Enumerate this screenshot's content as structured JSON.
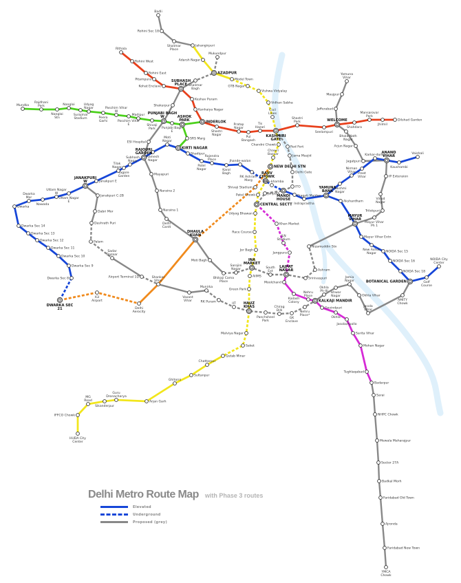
{
  "title": "Delhi Metro Route Map",
  "subtitle": "with Phase 3 routes",
  "legend": [
    {
      "label": "Elevated",
      "style": "solid",
      "color": "#1646d8"
    },
    {
      "label": "Underground",
      "style": "dashed",
      "color": "#1646d8"
    },
    {
      "label": "Proposed (grey)",
      "style": "solid",
      "color": "#888888"
    }
  ],
  "colors": {
    "river": "#dff0fb",
    "yellow": "#f2e61c",
    "red": "#e8401c",
    "green": "#4cd11c",
    "blue": "#1646d8",
    "magenta": "#d62ad6",
    "orange": "#f08a1c",
    "grey": "#888888"
  },
  "stations": [
    {
      "name": "Badli"
    },
    {
      "name": "Rohini Sec 18"
    },
    {
      "name": "Shalimar Place"
    },
    {
      "name": "Jahangirpuri"
    },
    {
      "name": "Adarsh Nagar"
    },
    {
      "name": "Mukundpur"
    },
    {
      "name": "Azadpur",
      "interchange": true
    },
    {
      "name": "Model Town"
    },
    {
      "name": "GTB Nagar"
    },
    {
      "name": "Vishwa Vidyalay"
    },
    {
      "name": "Vidhan Sabha"
    },
    {
      "name": "Civil Lines"
    },
    {
      "name": "Kashmiri Gate",
      "interchange": true
    },
    {
      "name": "Chandni Chowk"
    },
    {
      "name": "Red Fort"
    },
    {
      "name": "Jama Masjid"
    },
    {
      "name": "Chawri Bazaar"
    },
    {
      "name": "New Delhi Stn",
      "interchange": true
    },
    {
      "name": "Rajiv Chowk",
      "interchange": true
    },
    {
      "name": "Delhi Gate"
    },
    {
      "name": "ITO"
    },
    {
      "name": "Bara-khamba"
    },
    {
      "name": "Mandi House",
      "interchange": true
    },
    {
      "name": "Pragati Maidan"
    },
    {
      "name": "Indraprastha"
    },
    {
      "name": "Shivaji Stadium"
    },
    {
      "name": "Janpath"
    },
    {
      "name": "Patel Chowk"
    },
    {
      "name": "Central Sectt",
      "interchange": true
    },
    {
      "name": "Udyog Bhawan"
    },
    {
      "name": "Khan Market"
    },
    {
      "name": "Race Course"
    },
    {
      "name": "JLN Stadium"
    },
    {
      "name": "Jor Bagh"
    },
    {
      "name": "Jangpura"
    },
    {
      "name": "Nizamuddin Stn"
    },
    {
      "name": "INA Market",
      "interchange": true
    },
    {
      "name": "Sarojini Nagar"
    },
    {
      "name": "Bhikaji Cama Place"
    },
    {
      "name": "AIIMS"
    },
    {
      "name": "South Ext"
    },
    {
      "name": "Lajpat Nagar",
      "interchange": true
    },
    {
      "name": "Srinivaspuri"
    },
    {
      "name": "Ashram"
    },
    {
      "name": "Moolchand"
    },
    {
      "name": "Green Park"
    },
    {
      "name": "Kailash Colony"
    },
    {
      "name": "Nehru Place"
    },
    {
      "name": "Okhla Ph-III"
    },
    {
      "name": "Ishwar Nagar"
    },
    {
      "name": "Jamia Nagar"
    },
    {
      "name": "Okhla Vihar"
    },
    {
      "name": "Kalkaji Mandir",
      "interchange": true
    },
    {
      "name": "IIT"
    },
    {
      "name": "Hauz Khas",
      "interchange": true
    },
    {
      "name": "Panchsheel Park"
    },
    {
      "name": "Chirag Dilli"
    },
    {
      "name": "GK Enclave"
    },
    {
      "name": "Nehru Place*"
    },
    {
      "name": "Govindpuri"
    },
    {
      "name": "Okhla"
    },
    {
      "name": "Jasola/Apollo"
    },
    {
      "name": "Jasola Vihar"
    },
    {
      "name": "Sarita Vihar"
    },
    {
      "name": "Mohan Nagar"
    },
    {
      "name": "Tughlaqabad"
    },
    {
      "name": "Badarpur"
    },
    {
      "name": "Sarai"
    },
    {
      "name": "NHPC Chowk"
    },
    {
      "name": "Mewala Maharajpur"
    },
    {
      "name": "Sector 27A"
    },
    {
      "name": "Badkal Morh"
    },
    {
      "name": "Faridabad Old Town"
    },
    {
      "name": "Ajronda"
    },
    {
      "name": "Faridabad New Town"
    },
    {
      "name": "YMCA Chowk"
    },
    {
      "name": "Malviya Nagar"
    },
    {
      "name": "Saket"
    },
    {
      "name": "Qutab Minar"
    },
    {
      "name": "Chattarpur"
    },
    {
      "name": "Sultanpur"
    },
    {
      "name": "Ghitorni"
    },
    {
      "name": "Arjan Garh"
    },
    {
      "name": "Guru Dronacharya"
    },
    {
      "name": "Sikanderpur"
    },
    {
      "name": "MG Road"
    },
    {
      "name": "IFFCO Chowk"
    },
    {
      "name": "HUDA City Center"
    },
    {
      "name": "Rithala"
    },
    {
      "name": "Rohini West"
    },
    {
      "name": "Rohini East"
    },
    {
      "name": "Pitampura"
    },
    {
      "name": "Kohat Enclave"
    },
    {
      "name": "Subhash Place",
      "interchange": true
    },
    {
      "name": "Shalimar Bagh"
    },
    {
      "name": "Keshav Puram"
    },
    {
      "name": "Kanhaiya Nagar"
    },
    {
      "name": "Inderlok",
      "interchange": true
    },
    {
      "name": "Shastri Nagar"
    },
    {
      "name": "Pratap Nagar"
    },
    {
      "name": "Pul Bangash"
    },
    {
      "name": "Tis Hazari"
    },
    {
      "name": "Shastri Park"
    },
    {
      "name": "Seelampuri"
    },
    {
      "name": "Welcome",
      "interchange": true
    },
    {
      "name": "Shahdara"
    },
    {
      "name": "Mansarovar Park"
    },
    {
      "name": "Jhilmil"
    },
    {
      "name": "Dilshad Garden"
    },
    {
      "name": "Yamuna Vihar"
    },
    {
      "name": "Maujpur"
    },
    {
      "name": "Jafferabad"
    },
    {
      "name": "Bhola Nath Nagar"
    },
    {
      "name": "Arjun Nagar"
    },
    {
      "name": "Jagatpuri"
    },
    {
      "name": "Karkar-duma"
    },
    {
      "name": "Anand Vihar",
      "interchange": true
    },
    {
      "name": "Kaushambi"
    },
    {
      "name": "Vaishali"
    },
    {
      "name": "IP Extension"
    },
    {
      "name": "Vinod Nagar"
    },
    {
      "name": "Trilokpuri"
    },
    {
      "name": "Mayur Vihar Ph 1"
    },
    {
      "name": "Mayur Vihar",
      "interchange": true
    },
    {
      "name": "Mayur Vihar Extn"
    },
    {
      "name": "Akshardham"
    },
    {
      "name": "Yamuna Bank",
      "interchange": true
    },
    {
      "name": "Lakshmi Nagar"
    },
    {
      "name": "Nirman Vihar"
    },
    {
      "name": "Preet Vihar"
    },
    {
      "name": "New Ashok Nagar"
    },
    {
      "name": "NOIDA Sec 15"
    },
    {
      "name": "NOIDA Sec 16"
    },
    {
      "name": "NOIDA Sec 18"
    },
    {
      "name": "Botanical Garden",
      "interchange": true
    },
    {
      "name": "Golf Course"
    },
    {
      "name": "NOIDA City Center"
    },
    {
      "name": "AMITY Chowk"
    },
    {
      "name": "Mundka"
    },
    {
      "name": "Rajdhani Park"
    },
    {
      "name": "Nangloi Stn"
    },
    {
      "name": "Nangloi"
    },
    {
      "name": "Surajmal Stadium"
    },
    {
      "name": "Udyog Nagar"
    },
    {
      "name": "Peera Garhi"
    },
    {
      "name": "Paschim Vihar W"
    },
    {
      "name": "Paschim Vihar E"
    },
    {
      "name": "Madipur"
    },
    {
      "name": "Shivaji Park"
    },
    {
      "name": "Punjabi Bagh W",
      "interchange": true
    },
    {
      "name": "Punjabi Bagh E"
    },
    {
      "name": "Ashok Park",
      "interchange": true
    },
    {
      "name": "SRS Marg"
    },
    {
      "name": "Kirti Nagar",
      "interchange": true
    },
    {
      "name": "Shakurpur"
    },
    {
      "name": "Moti Nagar"
    },
    {
      "name": "Shadipur"
    },
    {
      "name": "Patel Nagar"
    },
    {
      "name": "Rajendra Place"
    },
    {
      "name": "Karol Bagh"
    },
    {
      "name": "Jhande-walan"
    },
    {
      "name": "RK Ashram Marg"
    },
    {
      "name": "Ramesh Nagar"
    },
    {
      "name": "Rajouri Garden",
      "interchange": true
    },
    {
      "name": "ESI Hospital"
    },
    {
      "name": "Tagore Garden"
    },
    {
      "name": "Subhash Nagar"
    },
    {
      "name": "Tilak Nagar"
    },
    {
      "name": "Janakpuri E"
    },
    {
      "name": "Janakpuri W",
      "interchange": true
    },
    {
      "name": "Uttam Nagar E"
    },
    {
      "name": "Uttam Nagar W"
    },
    {
      "name": "Nawada"
    },
    {
      "name": "Dwarka Mor"
    },
    {
      "name": "Dwarka"
    },
    {
      "name": "Dwarka Sec 14"
    },
    {
      "name": "Dwarka Sec 13"
    },
    {
      "name": "Dwarka Sec 12"
    },
    {
      "name": "Dwarka Sec 11"
    },
    {
      "name": "Dwarka Sec 10"
    },
    {
      "name": "Dwarka Sec 9"
    },
    {
      "name": "Dwarka Sec 8"
    },
    {
      "name": "Dwarka Sec 21",
      "interchange": true
    },
    {
      "name": "Janakpuri C-2B"
    },
    {
      "name": "Dabri Mor"
    },
    {
      "name": "Dashrath Puri"
    },
    {
      "name": "Palam"
    },
    {
      "name": "Sadar Bazaar"
    },
    {
      "name": "Airport Terminal 1D"
    },
    {
      "name": "Shankar Vihar"
    },
    {
      "name": "Vasant Vihar"
    },
    {
      "name": "Munirka"
    },
    {
      "name": "RK Puram"
    },
    {
      "name": "IGI Airport"
    },
    {
      "name": "Delhi Aerocity"
    },
    {
      "name": "Mayapuri"
    },
    {
      "name": "Naraina 2"
    },
    {
      "name": "Naraina 1"
    },
    {
      "name": "Delhi Cantt"
    },
    {
      "name": "Dhaula Kuan",
      "interchange": true
    },
    {
      "name": "Moti Bagh"
    }
  ],
  "segments": [
    {
      "color": "grey",
      "dashed": false,
      "stops": [
        "Badli",
        "Rohini Sec 18",
        "Shalimar Place",
        "Jahangirpuri"
      ]
    },
    {
      "color": "grey",
      "dashed": true,
      "stops": [
        "Mukundpur",
        "Azadpur",
        "Shalimar Bagh"
      ]
    },
    {
      "color": "grey",
      "dashed": false,
      "stops": [
        "Shalimar Bagh",
        "Subhash Place",
        "Shakurpur",
        "Punjabi Bagh W",
        "ESI Hospital",
        "Rajouri Garden",
        "Mayapuri",
        "Naraina 2",
        "Naraina 1",
        "Delhi Cantt",
        "Dhaula Kuan",
        "Moti Bagh",
        "Bhikaji Cama Place"
      ]
    },
    {
      "color": "grey",
      "dashed": true,
      "stops": [
        "Bhikaji Cama Place",
        "Sarojini Nagar",
        "INA Market",
        "South Ext",
        "Lajpat Nagar",
        "Srinivaspuri",
        "Ashram",
        "Nizamuddin Stn"
      ]
    },
    {
      "color": "grey",
      "dashed": false,
      "stops": [
        "Nizamuddin Stn",
        "Mayur Vihar",
        "Mayur Vihar Ph 1",
        "Trilokpuri",
        "Vinod Nagar",
        "IP Extension",
        "Anand Vihar",
        "Jagatpuri",
        "Arjun Nagar",
        "Bhola Nath Nagar",
        "Welcome",
        "Jafferabad",
        "Maujpur",
        "Yamuna Vihar"
      ]
    },
    {
      "color": "grey",
      "dashed": false,
      "stops": [
        "Janakpuri W",
        "Janakpuri C-2B",
        "Dabri Mor",
        "Dashrath Puri"
      ]
    },
    {
      "color": "grey",
      "dashed": true,
      "stops": [
        "Dashrath Puri",
        "Palam",
        "Sadar Bazaar"
      ]
    },
    {
      "color": "grey",
      "dashed": false,
      "stops": [
        "Sadar Bazaar",
        "Airport Terminal 1D"
      ]
    },
    {
      "color": "grey",
      "dashed": true,
      "stops": [
        "Airport Terminal 1D",
        "Shankar Vihar"
      ]
    },
    {
      "color": "grey",
      "dashed": false,
      "stops": [
        "Shankar Vihar",
        "Vasant Vihar",
        "Munirka"
      ]
    },
    {
      "color": "grey",
      "dashed": true,
      "stops": [
        "Munirka",
        "RK Puram",
        "IIT",
        "Hauz Khas",
        "Panchsheel Park",
        "Chirag Dilli",
        "GK Enclave",
        "Nehru Place*",
        "Kalkaji Mandir"
      ]
    },
    {
      "color": "grey",
      "dashed": false,
      "stops": [
        "Kalkaji Mandir",
        "Okhla Ph-III",
        "Ishwar Nagar",
        "Jamia Nagar",
        "Okhla Vihar",
        "Jasola Vihar",
        "AMITY Chowk",
        "Botanical Garden"
      ]
    },
    {
      "color": "grey",
      "dashed": true,
      "stops": [
        "Kashmiri Gate",
        "Red Fort",
        "Jama Masjid",
        "Delhi Gate",
        "ITO",
        "Mandi House",
        "Janpath",
        "Central Sectt"
      ]
    },
    {
      "color": "grey",
      "dashed": false,
      "stops": [
        "Badarpur",
        "Sarai",
        "NHPC Chowk",
        "Mewala Maharajpur",
        "Sector 27A",
        "Badkal Morh",
        "Faridabad Old Town",
        "Ajronda",
        "Faridabad New Town",
        "YMCA Chowk"
      ]
    },
    {
      "color": "red",
      "dashed": false,
      "stops": [
        "Rithala",
        "Rohini West",
        "Rohini East",
        "Pitampura",
        "Kohat Enclave",
        "Subhash Place",
        "Keshav Puram",
        "Kanhaiya Nagar",
        "Inderlok",
        "Shastri Nagar",
        "Pratap Nagar",
        "Pul Bangash",
        "Tis Hazari",
        "Kashmiri Gate",
        "Shastri Park",
        "Seelampuri",
        "Welcome",
        "Shahdara",
        "Mansarovar Park",
        "Jhilmil",
        "Dilshad Garden"
      ]
    },
    {
      "color": "green",
      "dashed": false,
      "stops": [
        "Mundka",
        "Rajdhani Park",
        "Nangloi Stn",
        "Nangloi",
        "Surajmal Stadium",
        "Udyog Nagar",
        "Peera Garhi",
        "Paschim Vihar W",
        "Paschim Vihar E",
        "Madipur",
        "Shivaji Park",
        "Punjabi Bagh W",
        "Punjabi Bagh E",
        "Ashok Park",
        "Inderlok"
      ]
    },
    {
      "color": "green",
      "dashed": false,
      "stops": [
        "Ashok Park",
        "SRS Marg",
        "Kirti Nagar"
      ]
    },
    {
      "color": "blue",
      "dashed": true,
      "stops": [
        "Dwarka Sec 21",
        "Dwarka Sec 8"
      ]
    },
    {
      "color": "blue",
      "dashed": false,
      "stops": [
        "Dwarka Sec 8",
        "Dwarka Sec 9",
        "Dwarka Sec 10",
        "Dwarka Sec 11",
        "Dwarka Sec 12",
        "Dwarka Sec 13",
        "Dwarka Sec 14",
        "Dwarka",
        "Dwarka Mor",
        "Nawada",
        "Uttam Nagar W",
        "Uttam Nagar E",
        "Janakpuri W",
        "Janakpuri E",
        "Tilak Nagar",
        "Subhash Nagar",
        "Tagore Garden",
        "Rajouri Garden",
        "Ramesh Nagar",
        "Moti Nagar",
        "Kirti Nagar",
        "Shadipur",
        "Patel Nagar",
        "Rajendra Place",
        "Karol Bagh",
        "Jhande-walan",
        "RK Ashram Marg"
      ]
    },
    {
      "color": "blue",
      "dashed": true,
      "stops": [
        "RK Ashram Marg",
        "Rajiv Chowk",
        "Bara-khamba",
        "Mandi House"
      ]
    },
    {
      "color": "blue",
      "dashed": false,
      "stops": [
        "Mandi House",
        "Pragati Maidan",
        "Indraprastha",
        "Yamuna Bank",
        "Lakshmi Nagar",
        "Nirman Vihar",
        "Preet Vihar",
        "Karkar-duma",
        "Anand Vihar",
        "Kaushambi",
        "Vaishali"
      ]
    },
    {
      "color": "blue",
      "dashed": false,
      "stops": [
        "Yamuna Bank",
        "Akshardham",
        "Mayur Vihar",
        "Mayur Vihar Extn",
        "New Ashok Nagar",
        "NOIDA Sec 15",
        "NOIDA Sec 16",
        "NOIDA Sec 18",
        "Botanical Garden",
        "Golf Course",
        "NOIDA City Center"
      ]
    },
    {
      "color": "yellow",
      "dashed": false,
      "stops": [
        "Jahangirpuri",
        "Adarsh Nagar",
        "Azadpur",
        "Model Town"
      ]
    },
    {
      "color": "yellow",
      "dashed": true,
      "stops": [
        "Model Town",
        "GTB Nagar",
        "Vishwa Vidyalay",
        "Vidhan Sabha",
        "Civil Lines",
        "Kashmiri Gate",
        "Chandni Chowk",
        "Chawri Bazaar",
        "New Delhi Stn",
        "Rajiv Chowk",
        "Patel Chowk",
        "Central Sectt",
        "Udyog Bhawan",
        "Race Course",
        "Jor Bagh",
        "INA Market",
        "AIIMS",
        "Green Park",
        "Hauz Khas",
        "Malviya Nagar",
        "Saket",
        "Qutab Minar"
      ]
    },
    {
      "color": "yellow",
      "dashed": false,
      "stops": [
        "Qutab Minar",
        "Chattarpur",
        "Sultanpur",
        "Ghitorni",
        "Arjan Garh",
        "Guru Dronacharya",
        "Sikanderpur",
        "MG Road",
        "IFFCO Chowk",
        "HUDA City Center"
      ]
    },
    {
      "color": "magenta",
      "dashed": true,
      "stops": [
        "Central Sectt",
        "Khan Market",
        "JLN Stadium",
        "Jangpura",
        "Lajpat Nagar"
      ]
    },
    {
      "color": "magenta",
      "dashed": false,
      "stops": [
        "Lajpat Nagar",
        "Moolchand",
        "Kailash Colony",
        "Nehru Place",
        "Kalkaji Mandir",
        "Govindpuri",
        "Okhla",
        "Jasola/Apollo",
        "Sarita Vihar",
        "Mohan Nagar",
        "Tughlaqabad",
        "Badarpur"
      ]
    },
    {
      "color": "orange",
      "dashed": true,
      "stops": [
        "Dwarka Sec 21",
        "IGI Airport",
        "Delhi Aerocity"
      ]
    },
    {
      "color": "orange",
      "dashed": false,
      "stops": [
        "Delhi Aerocity",
        "Shankar Vihar",
        "Dhaula Kuan"
      ]
    },
    {
      "color": "orange",
      "dashed": true,
      "stops": [
        "Dhaula Kuan",
        "Shivaji Stadium",
        "New Delhi Stn"
      ]
    }
  ]
}
